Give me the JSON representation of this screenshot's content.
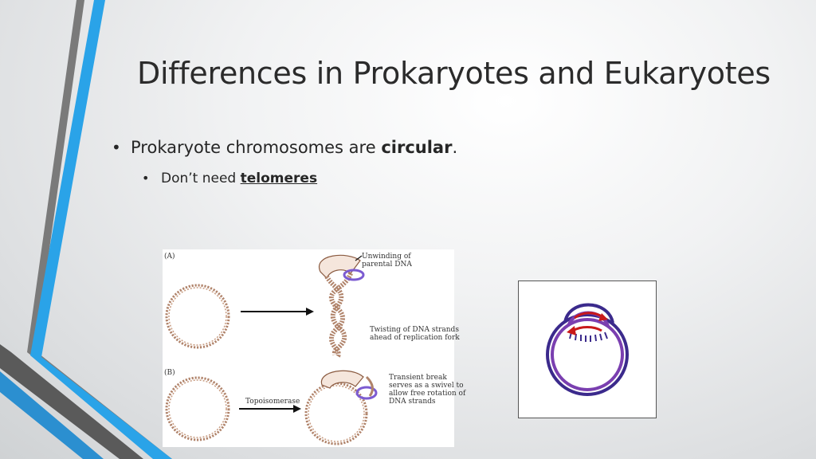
{
  "slide": {
    "title": "Differences in Prokaryotes and Eukaryotes",
    "bullets": [
      {
        "text_before": "Prokaryote chromosomes are ",
        "emphasis": "circular",
        "text_after": ".",
        "sub": {
          "text_before": "Don’t need ",
          "emphasis": "telomeres"
        }
      }
    ]
  },
  "figure_a": {
    "label_a": "(A)",
    "label_b": "(B)",
    "unwinding_1": "Unwinding of",
    "unwinding_2": "parental DNA",
    "twisting_1": "Twisting of DNA strands",
    "twisting_2": "ahead of replication fork",
    "transient_1": "Transient break",
    "transient_2": "serves as a swivel to",
    "transient_3": "allow free rotation of",
    "transient_4": "DNA strands",
    "topoisomerase": "Topoisomerase"
  },
  "colors": {
    "accent_blue": "#2aa3e8",
    "accent_grey": "#6f6f6f",
    "dna_brown": "#b0836a",
    "enzyme_purple": "#7c5bd1",
    "ring_purple": "#3b2a8c",
    "arrow_red": "#c8191a"
  }
}
